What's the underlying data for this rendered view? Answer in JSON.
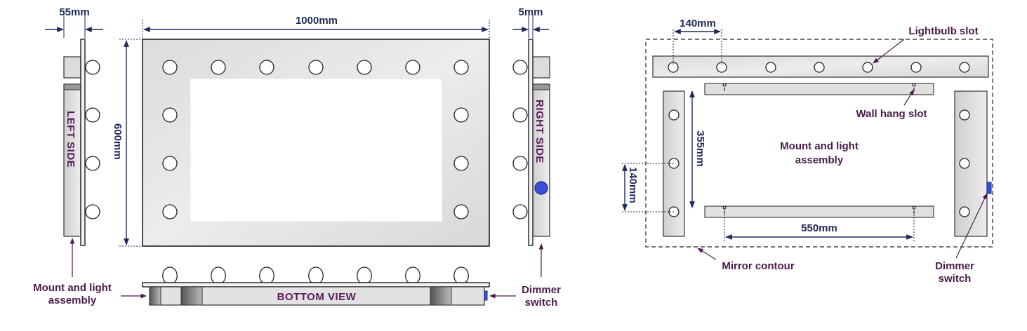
{
  "left_panel": {
    "dims": {
      "left_depth": "55mm",
      "width": "1000mm",
      "right_depth": "5mm",
      "height": "600mm"
    },
    "side_labels": {
      "left": "LEFT SIDE",
      "right": "RIGHT SIDE",
      "bottom": "BOTTOM VIEW"
    },
    "callouts": {
      "mount_line1": "Mount and light",
      "mount_line2": "assembly",
      "dimmer_line1": "Dimmer",
      "dimmer_line2": "switch"
    }
  },
  "right_panel": {
    "dims": {
      "bulb_spacing": "140mm",
      "vertical_span": "355mm",
      "side_bulb_spacing": "140mm",
      "slot_spacing": "550mm"
    },
    "labels": {
      "lightbulb_slot": "Lightbulb slot",
      "wall_hang_slot": "Wall hang slot",
      "mount_line1": "Mount and light",
      "mount_line2": "assembly",
      "mirror_contour": "Mirror contour",
      "dimmer_line1": "Dimmer",
      "dimmer_line2": "switch"
    }
  },
  "colors": {
    "dimension_text": "#1f2a5a",
    "label_text": "#4a1a4a",
    "dimmer_blue": "#3a4fd8",
    "frame_fill": "#e4e4e4"
  }
}
